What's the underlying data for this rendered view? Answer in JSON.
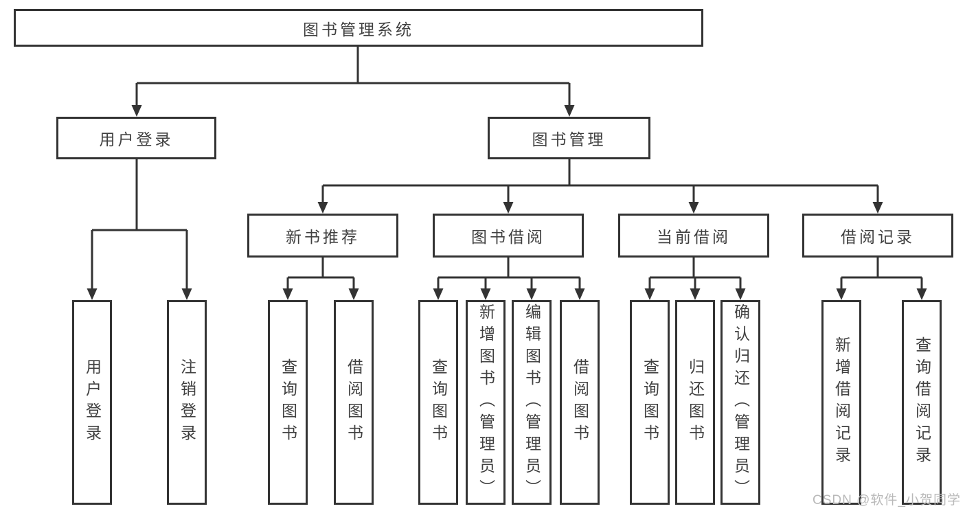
{
  "diagram_title": "图书管理系统",
  "nodes": {
    "root": "图书管理系统",
    "level2": [
      "用户登录",
      "图书管理"
    ],
    "level3": [
      "新书推荐",
      "图书借阅",
      "当前借阅",
      "借阅记录"
    ],
    "leaves": [
      "用户登录",
      "注销登录",
      "查询图书",
      "借阅图书",
      "查询图书",
      "新增图书（管理员）",
      "编辑图书（管理员）",
      "借阅图书",
      "查询图书",
      "归还图书",
      "确认归还（管理员）",
      "新增借阅记录",
      "查询借阅记录"
    ]
  },
  "hierarchy": {
    "图书管理系统": [
      "用户登录",
      "图书管理"
    ],
    "用户登录": [
      "用户登录",
      "注销登录"
    ],
    "图书管理": [
      "新书推荐",
      "图书借阅",
      "当前借阅",
      "借阅记录"
    ],
    "新书推荐": [
      "查询图书",
      "借阅图书"
    ],
    "图书借阅": [
      "查询图书",
      "新增图书（管理员）",
      "编辑图书（管理员）",
      "借阅图书"
    ],
    "当前借阅": [
      "查询图书",
      "归还图书",
      "确认归还（管理员）"
    ],
    "借阅记录": [
      "新增借阅记录",
      "查询借阅记录"
    ]
  },
  "watermark": "CSDN @软件_小贺同学",
  "colors": {
    "line": "#333333",
    "text": "#404040",
    "background": "#ffffff",
    "watermark": "#b9b9b9"
  }
}
